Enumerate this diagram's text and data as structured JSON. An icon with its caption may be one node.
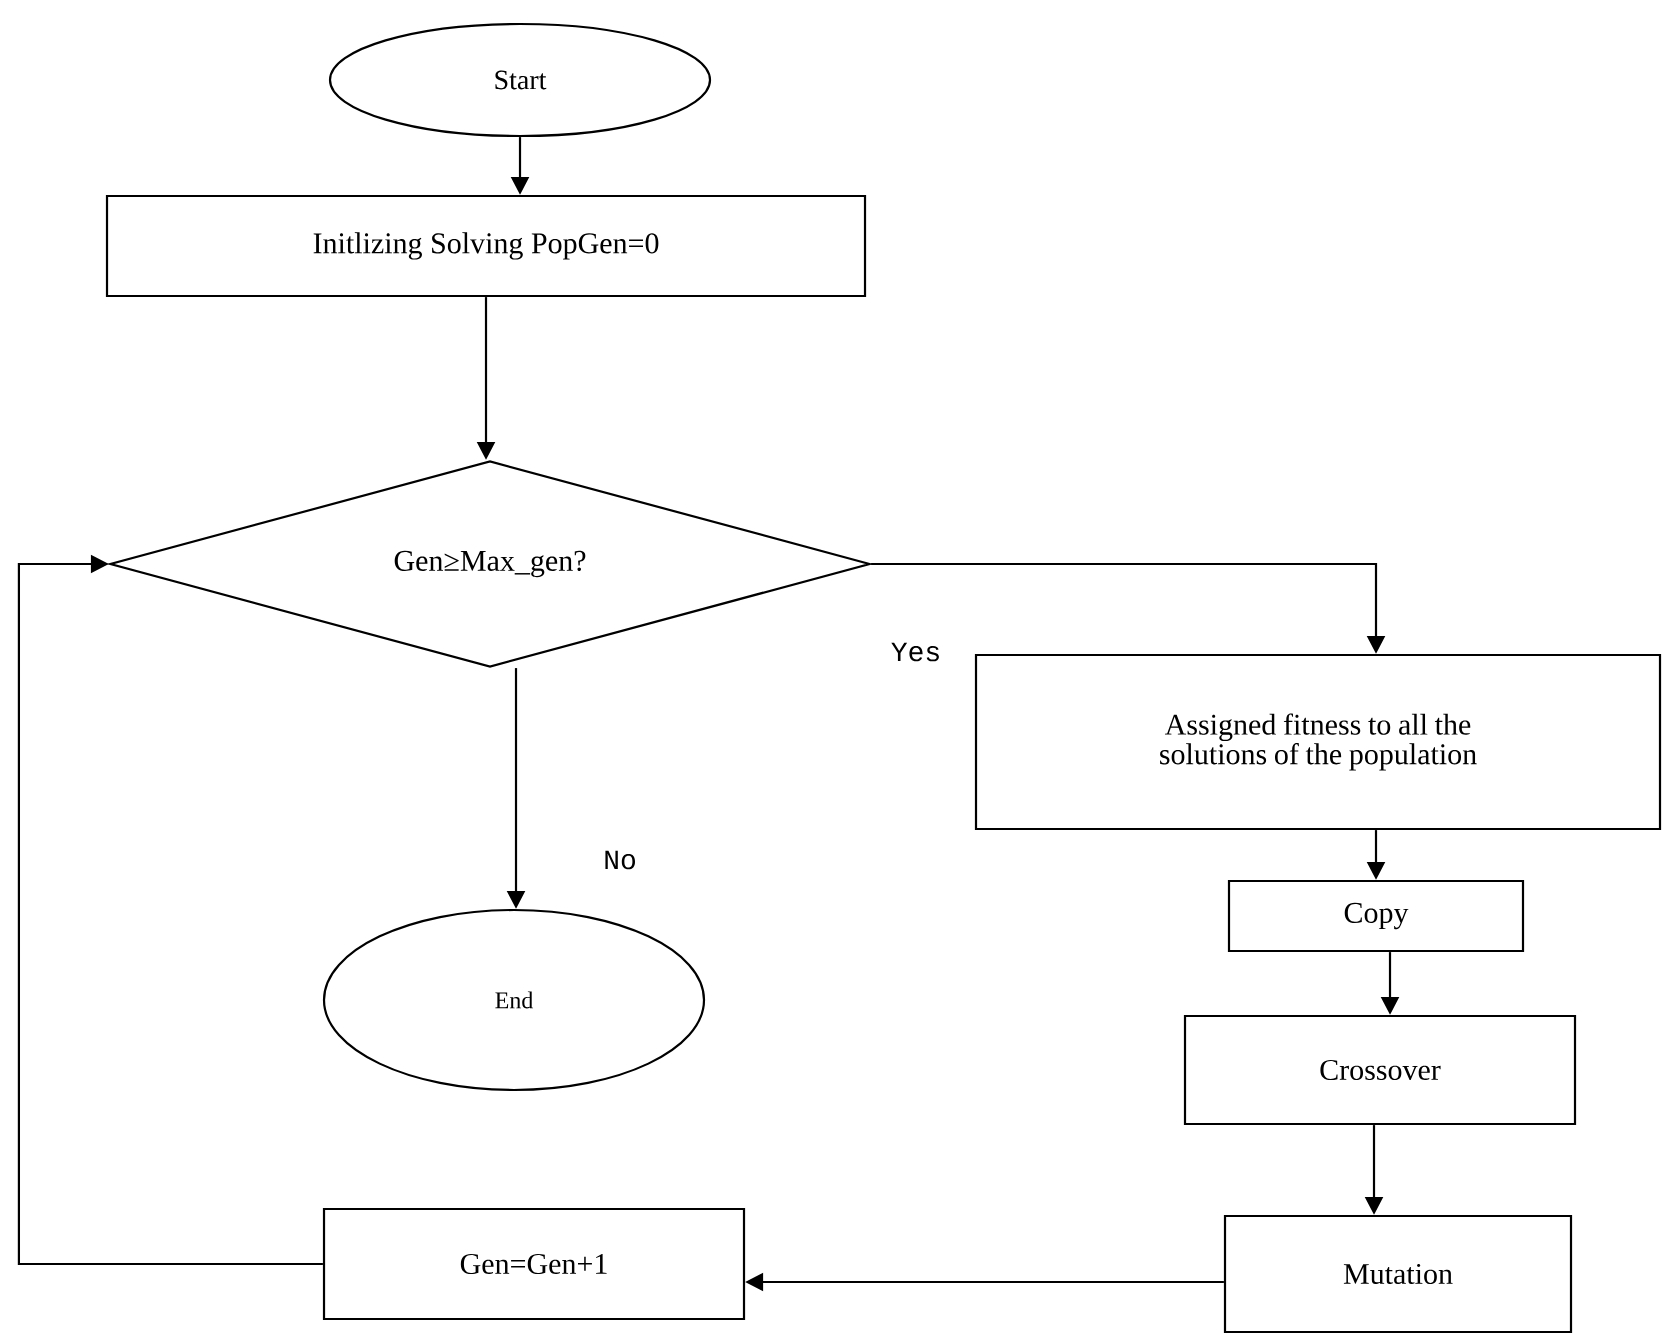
{
  "diagram": {
    "nodes": [
      {
        "text": [
          "Start"
        ]
      },
      {
        "text": [
          "Initlizing Solving PopGen=0"
        ]
      },
      {
        "text": [
          "Gen≥Max_gen?"
        ]
      },
      {
        "text": [
          "Assigned fitness to all the solutions of the population"
        ]
      },
      {
        "text": [
          "Copy"
        ]
      },
      {
        "text": [
          "Crossover"
        ]
      },
      {
        "text": [
          "End"
        ]
      },
      {
        "text": [
          "Mutation"
        ]
      },
      {
        "text": [
          "Gen=Gen+1"
        ]
      }
    ],
    "edges": [
      {
        "from": 0,
        "to": 1,
        "arrow": "to"
      },
      {
        "from": 1,
        "to": 2,
        "arrow": "to"
      },
      {
        "from": 2,
        "to": 3,
        "arrow": "to",
        "label": "Yes"
      },
      {
        "from": 3,
        "to": 4,
        "arrow": "to"
      },
      {
        "from": 4,
        "to": 5,
        "arrow": "to"
      },
      {
        "from": 5,
        "to": 7,
        "arrow": "to"
      },
      {
        "from": 2,
        "to": 6,
        "arrow": "to",
        "label": "No"
      },
      {
        "from": 7,
        "to": 8,
        "arrow": "to"
      },
      {
        "from": 8,
        "to": 2,
        "arrow": "to"
      }
    ]
  }
}
